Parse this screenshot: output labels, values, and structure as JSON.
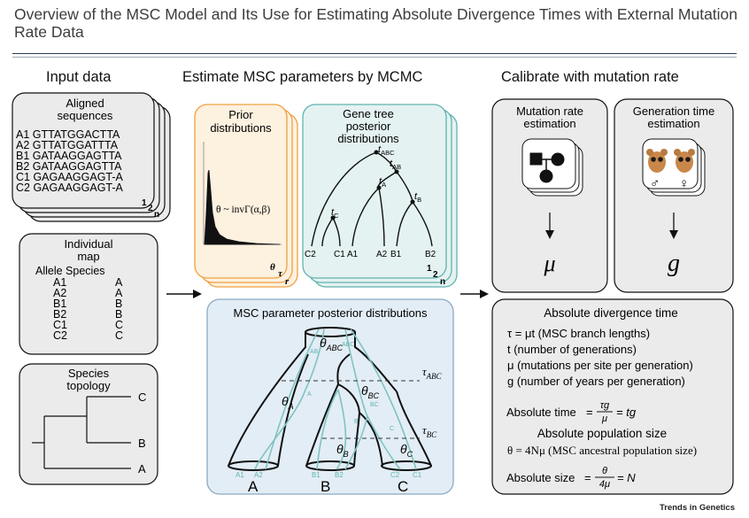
{
  "title": "Overview of the MSC Model and Its Use for Estimating Absolute Divergence Times with External Mutation Rate Data",
  "sections": {
    "input": "Input data",
    "estimate": "Estimate MSC parameters by MCMC",
    "calibrate": "Calibrate with mutation rate"
  },
  "aligned": {
    "title1": "Aligned",
    "title2": "sequences",
    "rows": [
      "A1 GTTATGGACTTA",
      "A2 GTTATGGATTTA",
      "B1 GATAAGGAGTTA",
      "B2 GATAAGGAGTTA",
      "C1 GAGAAGGAGT-A",
      "C2 GAGAAGGAGT-A"
    ],
    "stack": [
      "1",
      "2",
      "n"
    ]
  },
  "map": {
    "title1": "Individual",
    "title2": "map",
    "header": "Allele Species",
    "alleles": [
      "A1",
      "A2",
      "B1",
      "B2",
      "C1",
      "C2"
    ],
    "species": [
      "A",
      "A",
      "B",
      "B",
      "C",
      "C"
    ]
  },
  "topology": {
    "title1": "Species",
    "title2": "topology",
    "tips": [
      "C",
      "B",
      "A"
    ]
  },
  "prior": {
    "title1": "Prior",
    "title2": "distributions",
    "formula": "θ ~ invΓ(α,β)",
    "stack": [
      "θ",
      "τ",
      "r"
    ]
  },
  "gene_tree": {
    "title1": "Gene tree",
    "title2": "posterior",
    "title3": "distributions",
    "tips": [
      "C2",
      "C1",
      "A1",
      "A2",
      "B1",
      "B2"
    ],
    "nodes": [
      "t",
      "ABC",
      "t",
      "AB",
      "t",
      "A",
      "t",
      "B",
      "t",
      "C"
    ],
    "stack": [
      "1",
      "2",
      "n"
    ]
  },
  "msc": {
    "title": "MSC parameter posterior distributions",
    "tau_abc": "τ",
    "tau_abc_sub": "ABC",
    "tau_bc": "τ",
    "tau_bc_sub": "BC",
    "theta": "θ",
    "theta_subs": [
      "ABC",
      "A",
      "BC",
      "B",
      "C"
    ],
    "tips": [
      "A1",
      "A2",
      "B1",
      "B2",
      "C2",
      "C1"
    ],
    "species": [
      "A",
      "B",
      "C"
    ],
    "branch_labels": [
      "AB",
      "ABC",
      "A",
      "B",
      "C",
      "BC"
    ]
  },
  "mutation": {
    "title1": "Mutation rate",
    "title2": "estimation",
    "symbol": "μ"
  },
  "generation": {
    "title1": "Generation time",
    "title2": "estimation",
    "symbol": "g",
    "male": "♂",
    "female": "♀"
  },
  "divergence": {
    "title": "Absolute divergence time",
    "lines": [
      "τ = μt (MSC branch lengths)",
      "t (number of generations)",
      "μ (mutations per site per generation)",
      "g (number of years per generation)"
    ],
    "abs_time_label": "Absolute time",
    "abs_time_num": "τg",
    "abs_time_den": "μ",
    "abs_time_rhs": "= tg",
    "pop_title": "Absolute population size",
    "pop_line": "θ = 4Nμ (MSC ancestral population size)",
    "abs_size_label": "Absolute size",
    "abs_size_num": "θ",
    "abs_size_den": "4μ",
    "abs_size_rhs": "= N",
    "equals": "="
  },
  "footer": "Trends in Genetics",
  "colors": {
    "gray_panel": "#ebebeb",
    "orange": "#f0a041",
    "orange_fill": "#fdf1df",
    "teal": "#5fb3b0",
    "teal_fill": "#e4f2f1",
    "blue_fill": "#e3edf5",
    "blue_stroke": "#8aa9c4",
    "branch_teal": "#7fc4c0"
  }
}
